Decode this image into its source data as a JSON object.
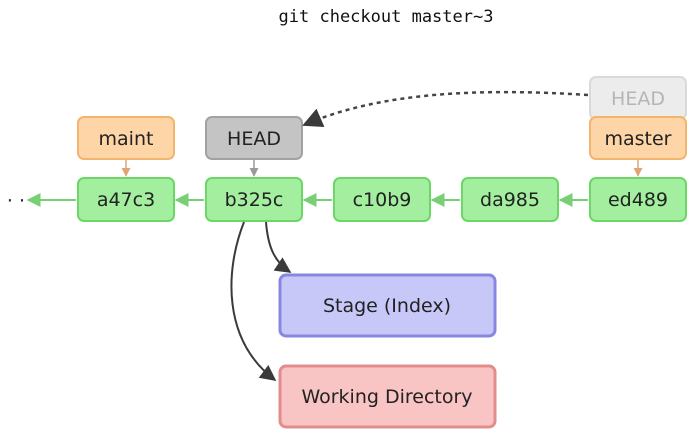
{
  "command": "git checkout master~3",
  "ellipsis": "· · ·",
  "commits": [
    {
      "id": "a47c3"
    },
    {
      "id": "b325c"
    },
    {
      "id": "c10b9"
    },
    {
      "id": "da985"
    },
    {
      "id": "ed489"
    }
  ],
  "refs": {
    "maint": "maint",
    "head": "HEAD",
    "head_previous": "HEAD",
    "master": "master"
  },
  "areas": {
    "stage": "Stage (Index)",
    "working_directory": "Working Directory"
  },
  "colors": {
    "commit_fill": "#a3ee9f",
    "commit_stroke": "#6cd666",
    "branch_fill": "#fdd5a7",
    "branch_stroke": "#f3b46e",
    "head_fill": "#c4c4c4",
    "head_stroke": "#a2a2a2",
    "head_ghost_fill": "#ececec",
    "head_ghost_stroke": "#dadada",
    "stage_fill": "#c8c8f8",
    "stage_stroke": "#8787e2",
    "workdir_fill": "#f9c4c4",
    "workdir_stroke": "#e28d8d"
  }
}
